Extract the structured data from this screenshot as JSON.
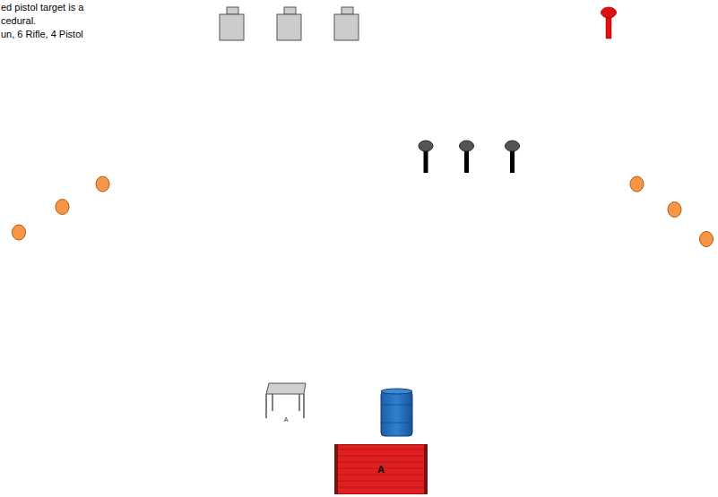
{
  "diagram": {
    "nodes": [
      {
        "text": [
          "A"
        ]
      },
      {
        "text": [
          "A"
        ]
      }
    ],
    "labels": [
      "ed pistol target is a",
      "cedural.",
      "un, 6 Rifle, 4 Pistol"
    ]
  }
}
